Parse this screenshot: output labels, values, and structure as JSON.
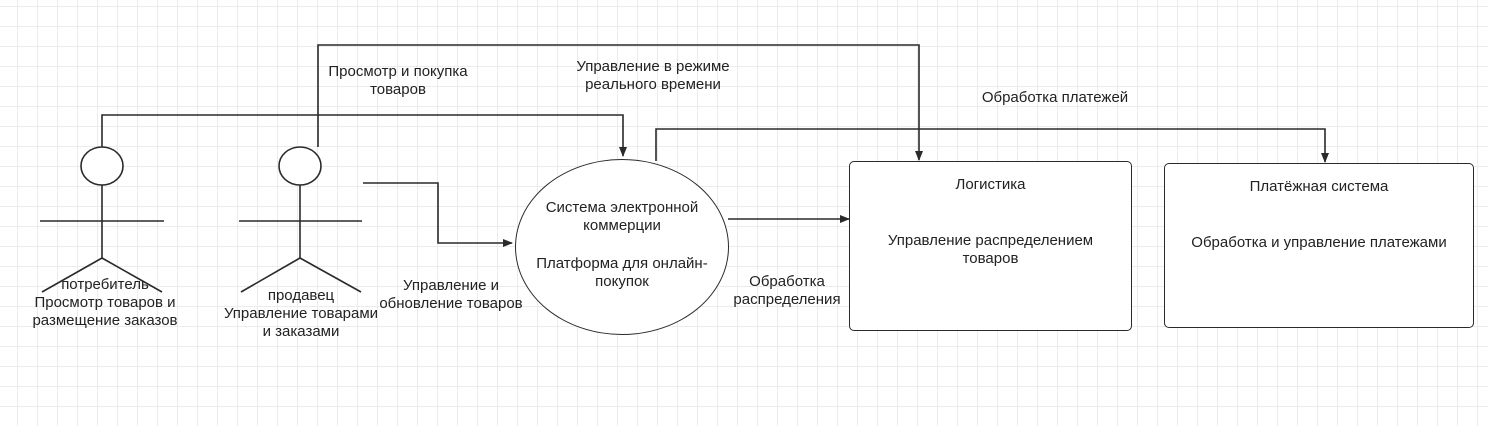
{
  "actors": [
    {
      "name": "потребитель",
      "description": "Просмотр товаров и\nразмещение заказов"
    },
    {
      "name": "продавец",
      "description": "Управление товарами\nи заказами"
    }
  ],
  "system": {
    "title": "Система электронной\nкоммерции",
    "subtitle": "Платформа для онлайн-\nпокупок"
  },
  "logistics": {
    "title": "Логистика",
    "description": "Управление распределением\nтоваров"
  },
  "payment": {
    "title": "Платёжная система",
    "description": "Обработка и управление платежами"
  },
  "edges": {
    "browse": "Просмотр и покупка\nтоваров",
    "realtime": "Управление в режиме\nреального времени",
    "payments": "Обработка платежей",
    "products": "Управление и\nобновление товаров",
    "distribution": "Обработка\nраспределения"
  }
}
